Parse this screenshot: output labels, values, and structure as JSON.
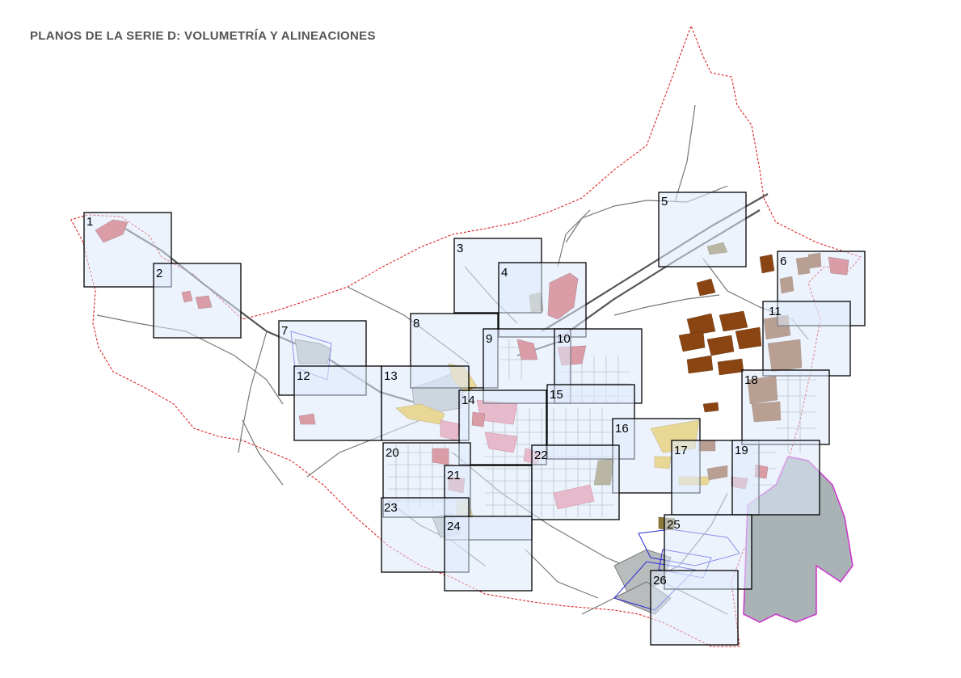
{
  "title": "PLANOS DE LA SERIE D: VOLUMETRÍA Y ALINEACIONES",
  "colors": {
    "sheet_fill": "#dfe9fb",
    "sheet_stroke": "#000000",
    "municipal_border": "#dd2222",
    "roads": "#777777",
    "urban_grid": "#9a9a9a",
    "red_blocks": "#d64040",
    "pink_blocks": "#f08090",
    "yellow_blocks": "#f5c21b",
    "olive_blocks": "#8c7a3a",
    "brown_blocks": "#8b4513",
    "gray_areas": "#b8bcbd",
    "port_area": "#a9b3b6",
    "port_border": "#cc33cc",
    "blue_outline": "#2a2ad6"
  },
  "sheets": [
    {
      "id": "sheet-1",
      "label": "1"
    },
    {
      "id": "sheet-2",
      "label": "2"
    },
    {
      "id": "sheet-3",
      "label": "3"
    },
    {
      "id": "sheet-4",
      "label": "4"
    },
    {
      "id": "sheet-5",
      "label": "5"
    },
    {
      "id": "sheet-6",
      "label": "6"
    },
    {
      "id": "sheet-7",
      "label": "7"
    },
    {
      "id": "sheet-8",
      "label": "8"
    },
    {
      "id": "sheet-9",
      "label": "9"
    },
    {
      "id": "sheet-10",
      "label": "10"
    },
    {
      "id": "sheet-11",
      "label": "11"
    },
    {
      "id": "sheet-12",
      "label": "12"
    },
    {
      "id": "sheet-13",
      "label": "13"
    },
    {
      "id": "sheet-14",
      "label": "14"
    },
    {
      "id": "sheet-15",
      "label": "15"
    },
    {
      "id": "sheet-16",
      "label": "16"
    },
    {
      "id": "sheet-17",
      "label": "17"
    },
    {
      "id": "sheet-18",
      "label": "18"
    },
    {
      "id": "sheet-19",
      "label": "19"
    },
    {
      "id": "sheet-20",
      "label": "20"
    },
    {
      "id": "sheet-21",
      "label": "21"
    },
    {
      "id": "sheet-22",
      "label": "22"
    },
    {
      "id": "sheet-23",
      "label": "23"
    },
    {
      "id": "sheet-24",
      "label": "24"
    },
    {
      "id": "sheet-25",
      "label": "25"
    },
    {
      "id": "sheet-26",
      "label": "26"
    }
  ]
}
